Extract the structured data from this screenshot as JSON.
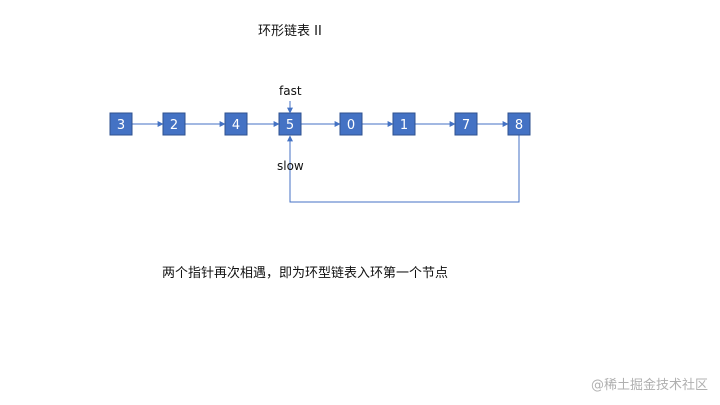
{
  "title": "环形链表 II",
  "nodes": [
    "3",
    "2",
    "4",
    "5",
    "0",
    "1",
    "7",
    "8"
  ],
  "pointers": {
    "fast": "fast",
    "slow": "slow"
  },
  "caption": "两个指针再次相遇，即为环型链表入环第一个节点",
  "watermark": "@稀土掘金技术社区",
  "colors": {
    "node_fill": "#4472c4",
    "edge": "#4472c4"
  }
}
